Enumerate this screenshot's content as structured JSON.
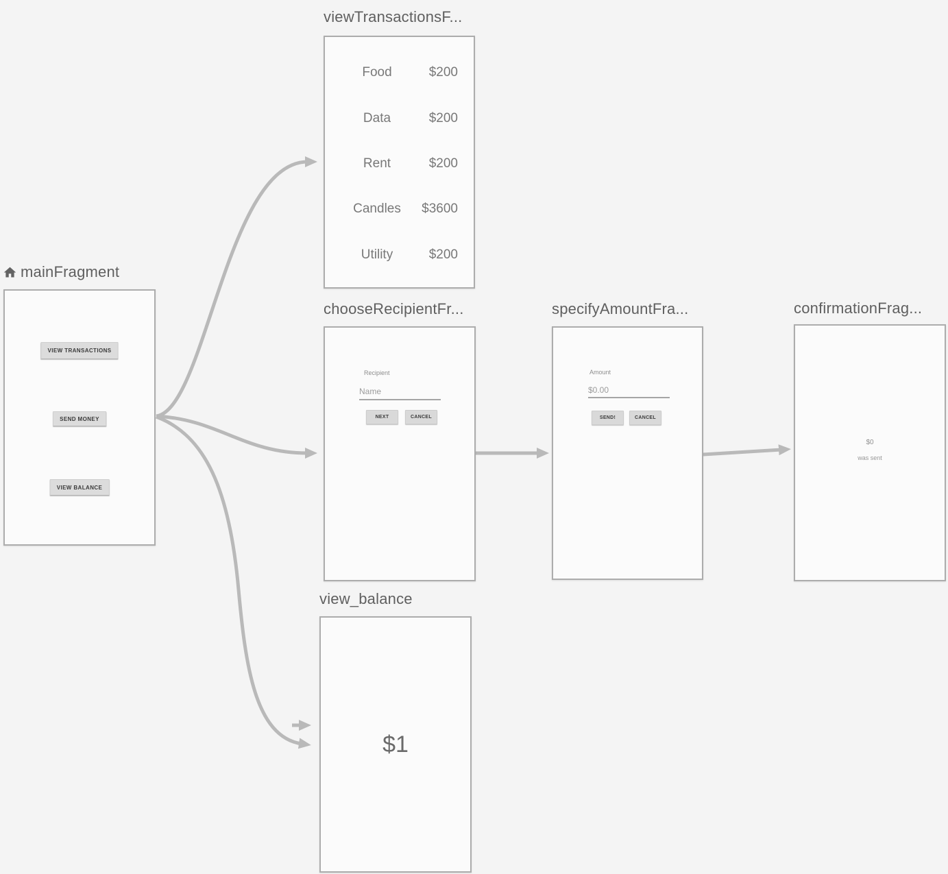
{
  "colors": {
    "canvas_background": "#f4f4f4",
    "card_background": "#fbfbfb",
    "card_border": "#acacac",
    "arrow": "#b9b9b9",
    "title_text": "#5f5f5f",
    "preview_text": "#787878"
  },
  "icons": {
    "start_destination": "home-icon"
  },
  "fragments": {
    "main": {
      "title": "mainFragment",
      "buttons": [
        {
          "label": "VIEW TRANSACTIONS"
        },
        {
          "label": "SEND MONEY"
        },
        {
          "label": "VIEW BALANCE"
        }
      ]
    },
    "view_transactions": {
      "title": "viewTransactionsF...",
      "rows": [
        {
          "label": "Food",
          "amount": "$200"
        },
        {
          "label": "Data",
          "amount": "$200"
        },
        {
          "label": "Rent",
          "amount": "$200"
        },
        {
          "label": "Candles",
          "amount": "$3600"
        },
        {
          "label": "Utility",
          "amount": "$200"
        }
      ]
    },
    "choose_recipient": {
      "title": "chooseRecipientFr...",
      "field_label": "Recipient",
      "input_placeholder": "Name",
      "primary_button": "NEXT",
      "secondary_button": "CANCEL"
    },
    "specify_amount": {
      "title": "specifyAmountFra...",
      "field_label": "Amount",
      "input_placeholder": "$0.00",
      "primary_button": "SEND!",
      "secondary_button": "CANCEL"
    },
    "confirmation": {
      "title": "confirmationFrag...",
      "amount_text": "$0",
      "message": "was sent"
    },
    "view_balance": {
      "title": "view_balance",
      "balance": "$1"
    }
  }
}
